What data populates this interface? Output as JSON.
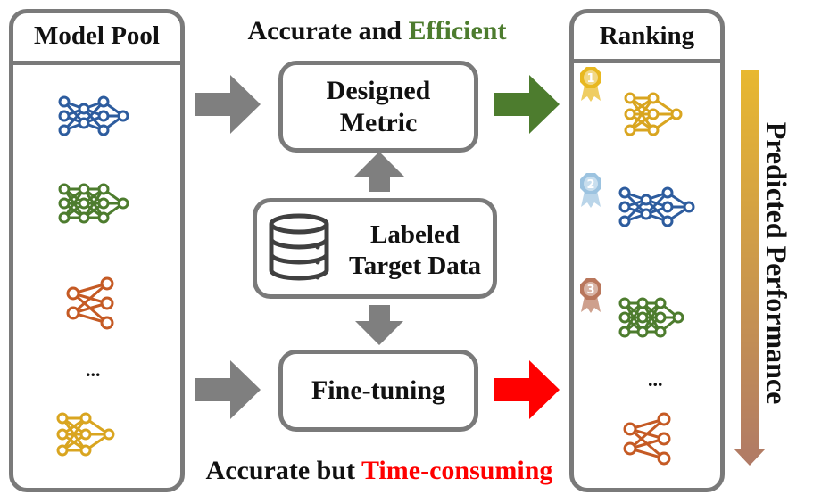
{
  "model_pool": {
    "title": "Model Pool",
    "ellipsis": "...",
    "networks": [
      {
        "icon": "neural-network-icon",
        "color": "#2d5c9e"
      },
      {
        "icon": "neural-network-icon",
        "color": "#4d7c2e"
      },
      {
        "icon": "neural-network-icon",
        "color": "#c55a24"
      },
      {
        "icon": "neural-network-icon",
        "color": "#d9a520"
      }
    ]
  },
  "top_caption": {
    "part1": "Accurate and ",
    "part2": "Efficient",
    "part2_color": "#4d7c2e"
  },
  "bottom_caption": {
    "part1": "Accurate but ",
    "part2": "Time-consuming",
    "part2_color": "#ff0000"
  },
  "designed_metric": {
    "line1": "Designed",
    "line2": "Metric"
  },
  "labeled_data": {
    "line1": "Labeled",
    "line2": "Target Data",
    "icon": "database-icon"
  },
  "fine_tuning": {
    "label": "Fine-tuning"
  },
  "ranking": {
    "title": "Ranking",
    "ellipsis": "...",
    "medals": [
      {
        "rank": "1",
        "color": "#e8b820"
      },
      {
        "rank": "2",
        "color": "#9cc3e0"
      },
      {
        "rank": "3",
        "color": "#b9775c"
      }
    ]
  },
  "performance_axis": {
    "label": "Predicted Performance",
    "color_top": "#e8b830",
    "color_bottom": "#b07a66"
  },
  "arrow_colors": {
    "gray": "#7f7f7f",
    "green": "#4d7c2e",
    "red": "#ff0000"
  }
}
